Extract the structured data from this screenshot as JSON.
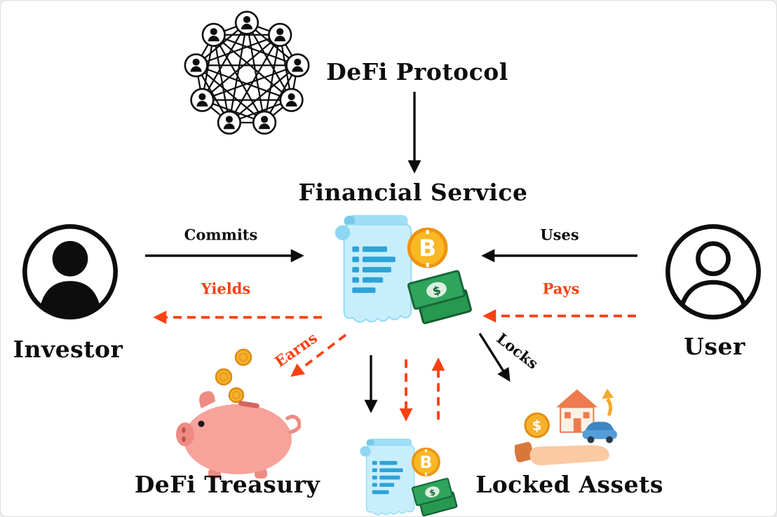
{
  "colors": {
    "arrow_black": "#0d0d0d",
    "arrow_red": "#fa4112",
    "label_red": "#fa4112"
  },
  "icons": {
    "defi_protocol": "network-of-users-icon",
    "investor": "filled-person-avatar-icon",
    "user": "outlined-person-avatar-icon",
    "financial_service": "documents-bitcoin-cash-icon",
    "defi_treasury": "piggy-bank-coins-icon",
    "locked_assets": "hand-house-car-coin-icon",
    "bottom_document": "documents-bitcoin-cash-icon"
  },
  "nodes": {
    "defi_protocol": {
      "label": "DeFi Protocol"
    },
    "financial_service": {
      "label": "Financial Service"
    },
    "investor": {
      "label": "Investor"
    },
    "user": {
      "label": "User"
    },
    "defi_treasury": {
      "label": "DeFi Treasury"
    },
    "locked_assets": {
      "label": "Locked Assets"
    }
  },
  "edges": {
    "provides": {
      "label": "",
      "from": "defi_protocol",
      "to": "financial_service",
      "style": "solid-black"
    },
    "commits": {
      "label": "Commits",
      "from": "investor",
      "to": "financial_service",
      "style": "solid-black"
    },
    "yields": {
      "label": "Yields",
      "from": "financial_service",
      "to": "investor",
      "style": "dashed-red"
    },
    "uses": {
      "label": "Uses",
      "from": "user",
      "to": "financial_service",
      "style": "solid-black"
    },
    "pays": {
      "label": "Pays",
      "from": "user",
      "to": "financial_service",
      "style": "dashed-red"
    },
    "earns": {
      "label": "Earns",
      "from": "financial_service",
      "to": "defi_treasury",
      "style": "dashed-red"
    },
    "locks": {
      "label": "Locks",
      "from": "financial_service",
      "to": "locked_assets",
      "style": "solid-black"
    },
    "service_to_document": {
      "label": "",
      "from": "financial_service",
      "to": "bottom_document",
      "style": "solid-black"
    },
    "service_document_flow_down": {
      "label": "",
      "from": "financial_service",
      "to": "bottom_document",
      "style": "dashed-red"
    },
    "document_service_flow_up": {
      "label": "",
      "from": "bottom_document",
      "to": "financial_service",
      "style": "dashed-red"
    }
  }
}
